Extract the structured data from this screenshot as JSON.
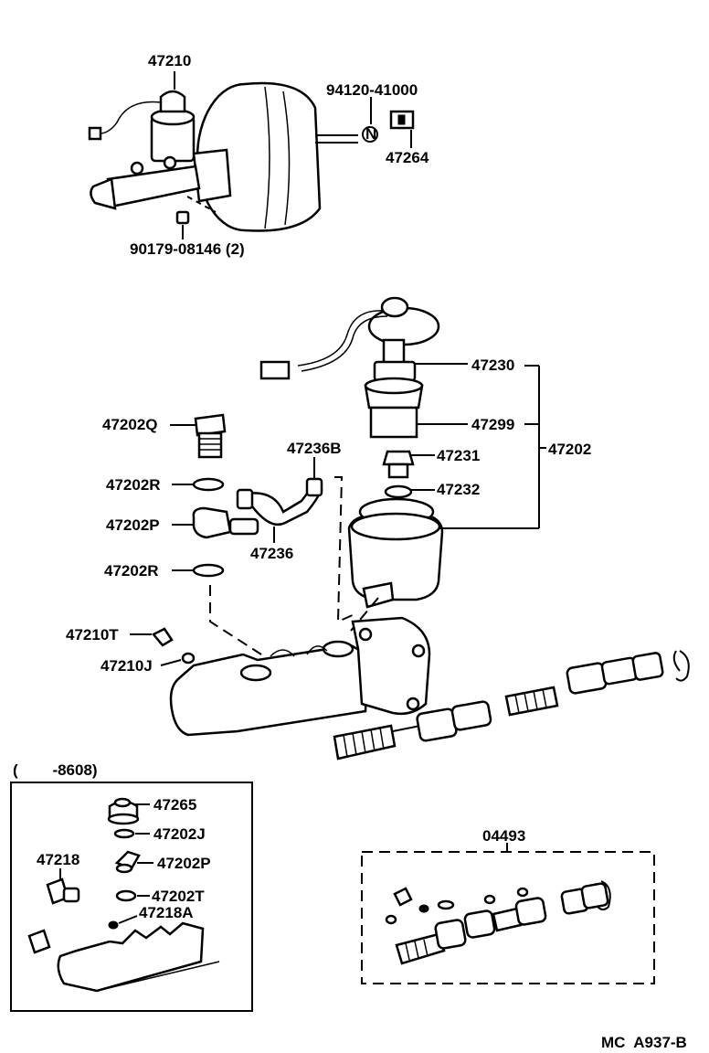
{
  "callouts": {
    "reservoir_top": "47210",
    "clip_part": "94120-41000",
    "clip_n": "N",
    "plug": "47264",
    "nut": "90179-08146 (2)",
    "cap_assy": "47230",
    "strainer": "47299",
    "reservoir_assy": "47202",
    "bolt_nut": "47231",
    "grommet": "47232",
    "union_bolt": "47202Q",
    "gasket_1": "47202R",
    "union": "47202P",
    "gasket_2": "47202R",
    "hose_clip": "47236B",
    "hose": "47236",
    "bleeder": "47210T",
    "cap_bleeder": "47210J"
  },
  "inset": {
    "period": "(        -8608)",
    "reservoir_cap": "47265",
    "ring": "47202J",
    "union": "47202P",
    "grommet": "47202T",
    "plug_left": "47218",
    "seal": "47218A"
  },
  "kit": {
    "label": "04493"
  },
  "footer": {
    "code": "MC  A937-B"
  }
}
